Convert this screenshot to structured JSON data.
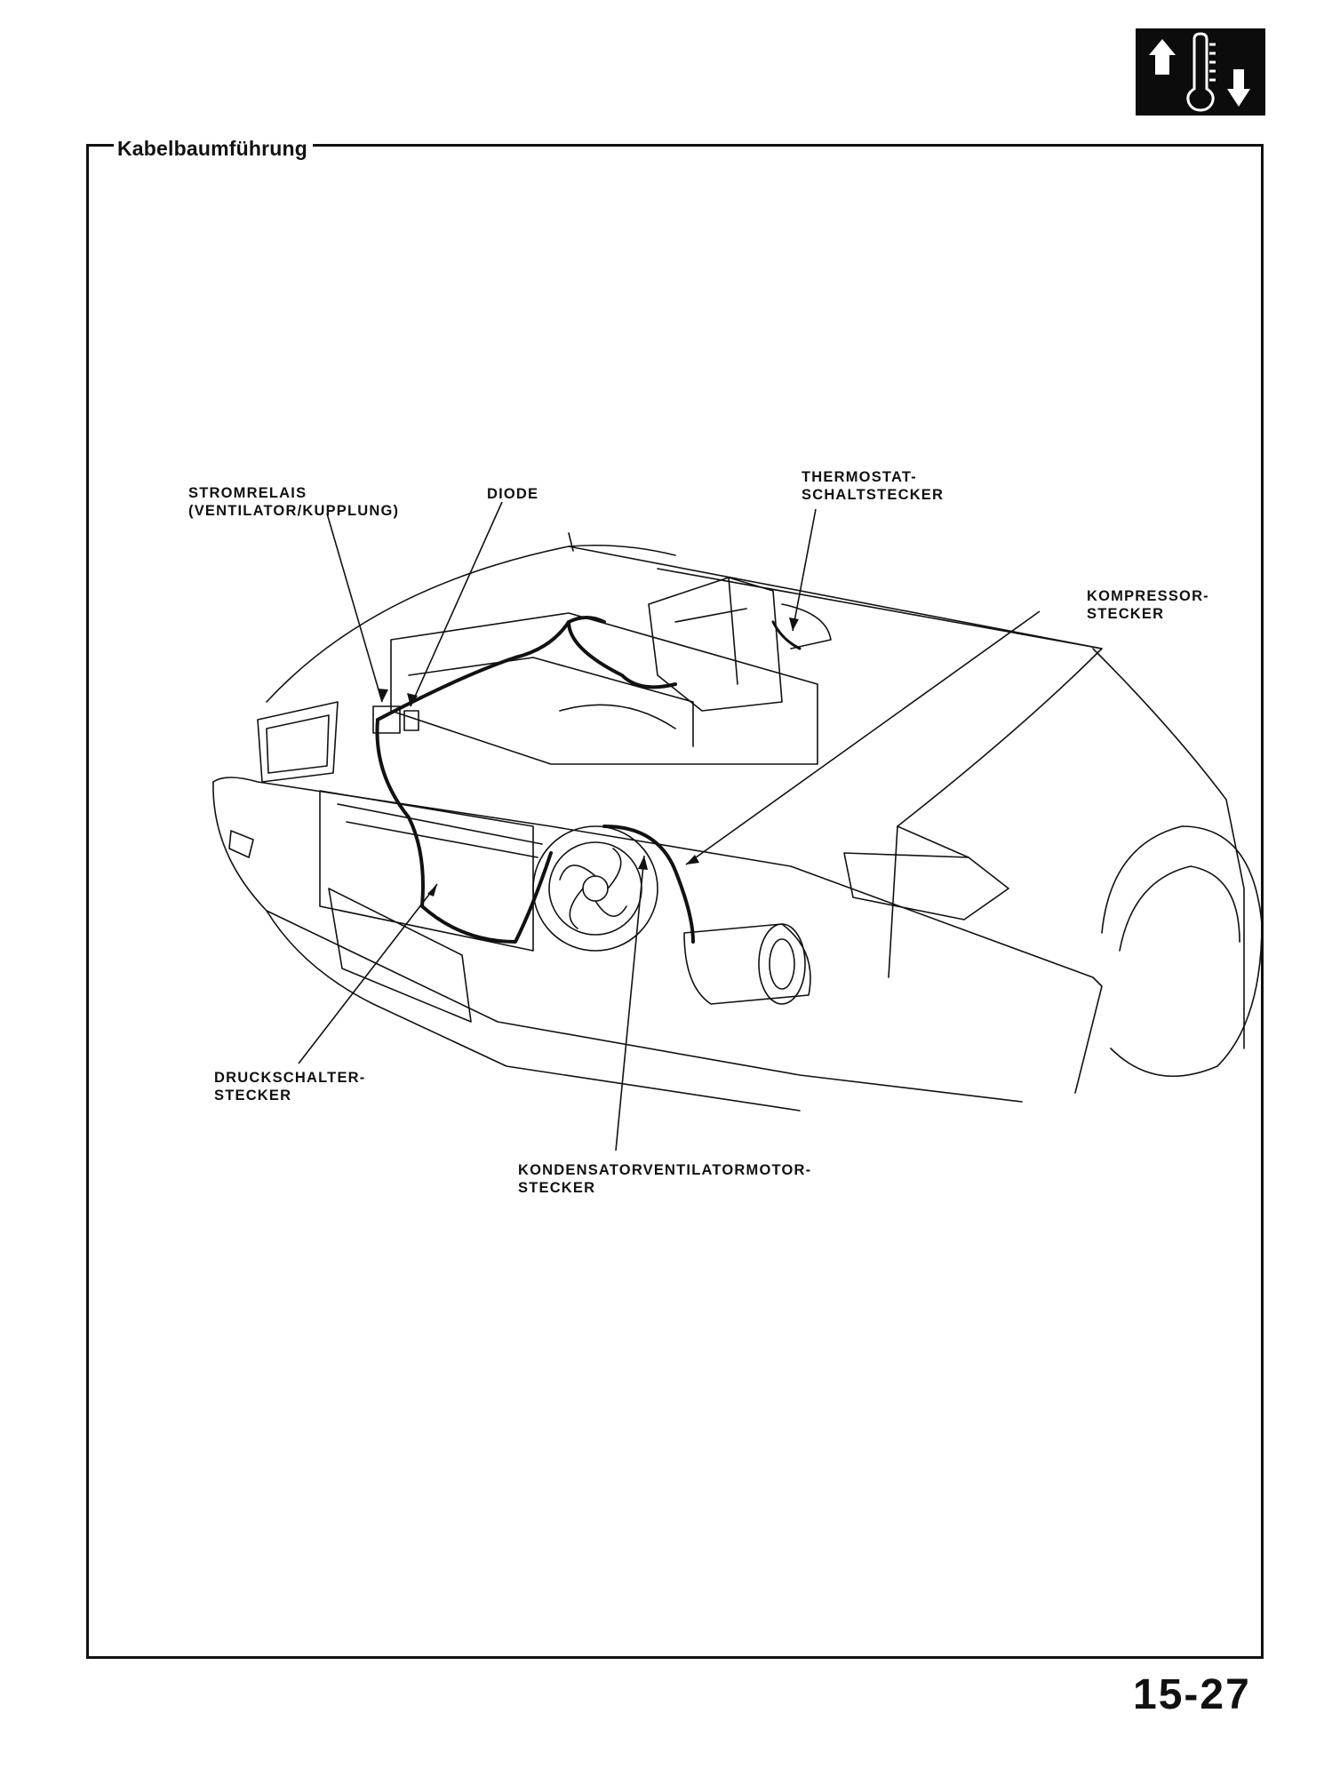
{
  "header": {
    "badge_icon": "temperature-up-down-icon"
  },
  "section": {
    "title": "Kabelbaumführung"
  },
  "figure": {
    "callouts": {
      "stromrelais": "STROMRELAIS\n(VENTILATOR/KUPPLUNG)",
      "diode": "DIODE",
      "thermostat": "THERMOSTAT-\nSCHALTSTECKER",
      "kompressor": "KOMPRESSOR-\nSTECKER",
      "druckschalter": "DRUCKSCHALTER-\nSTECKER",
      "kondensator": "KONDENSATORVENTILATORMOTOR-\nSTECKER"
    }
  },
  "footer": {
    "page_number": "15-27"
  }
}
